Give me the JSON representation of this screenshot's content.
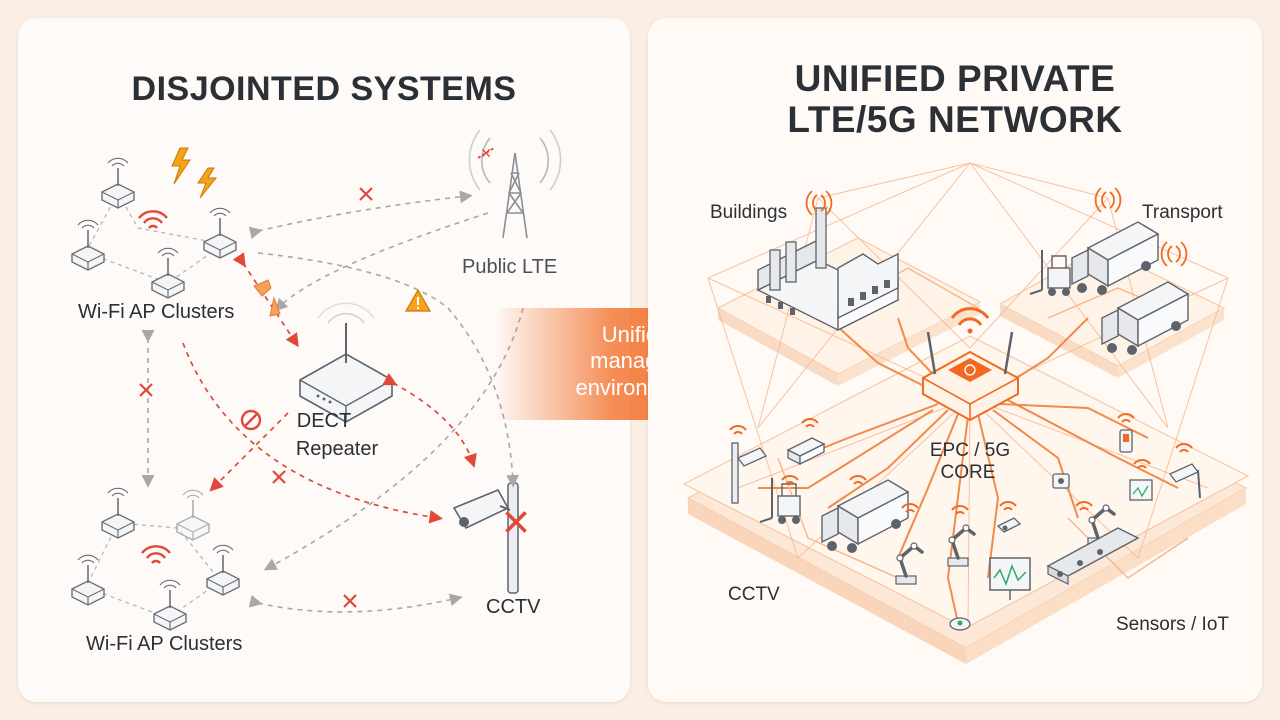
{
  "left": {
    "title": "DISJOINTED SYSTEMS",
    "labels": {
      "wifi_top": "Wi-Fi AP Clusters",
      "wifi_bottom": "Wi-Fi AP Clusters",
      "public_lte": "Public LTE",
      "dect_line1": "DECT",
      "dect_line2": "Repeater",
      "cctv": "CCTV"
    }
  },
  "arrow": {
    "line1": "Unified",
    "line2": "managed",
    "line3": "environment"
  },
  "right": {
    "title_line1": "UNIFIED PRIVATE",
    "title_line2": "LTE/5G NETWORK",
    "labels": {
      "buildings": "Buildings",
      "transport": "Transport",
      "core_line1": "EPC / 5G",
      "core_line2": "CORE",
      "cctv": "CCTV",
      "sensors": "Sensors / IoT"
    }
  },
  "colors": {
    "accent": "#f26a21",
    "accent_light": "#f7b48a",
    "alert_red": "#e0493a",
    "dash_gray": "#a8a8a8",
    "ink": "#2b2f36"
  },
  "icons": [
    "wifi-router-icon",
    "wifi-signal-icon",
    "cell-tower-icon",
    "dect-repeater-icon",
    "cctv-camera-icon",
    "lightning-icon",
    "warning-icon",
    "blocked-icon",
    "broken-link-icon",
    "factory-icon",
    "truck-icon",
    "forklift-icon",
    "core-router-icon",
    "robot-arm-icon",
    "monitor-icon",
    "sensor-icon"
  ]
}
